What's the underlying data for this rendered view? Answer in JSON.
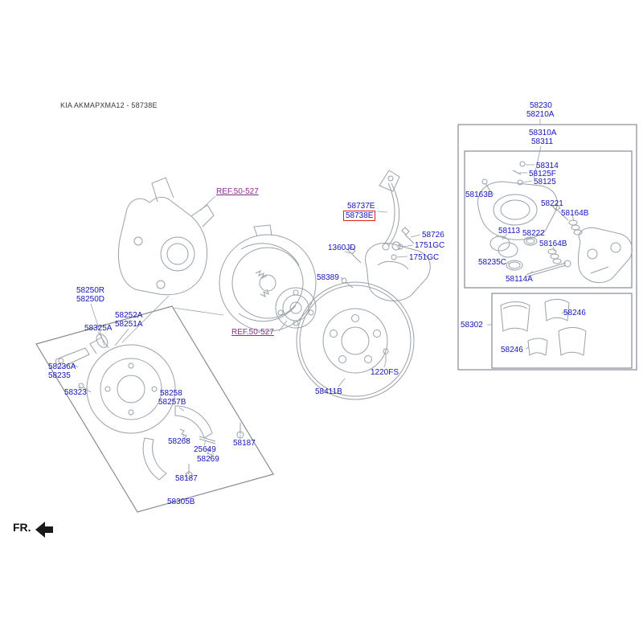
{
  "header": {
    "code": "KIA AKMAPXMA12 - 58738E"
  },
  "fr": {
    "label": "FR."
  },
  "colors": {
    "label": "#1515b8",
    "ref": "#8c2d8c",
    "highlight": "#dd2222",
    "line": "#99a1a9"
  },
  "labels": [
    {
      "text": "58230"
    },
    {
      "text": "58210A"
    },
    {
      "text": "58310A"
    },
    {
      "text": "58311"
    },
    {
      "text": "58314"
    },
    {
      "text": "58125F"
    },
    {
      "text": "58125"
    },
    {
      "text": "58163B"
    },
    {
      "text": "58221"
    },
    {
      "text": "58164B"
    },
    {
      "text": "58113"
    },
    {
      "text": "58222"
    },
    {
      "text": "58164B"
    },
    {
      "text": "58235C"
    },
    {
      "text": "58114A"
    },
    {
      "text": "58302"
    },
    {
      "text": "58246"
    },
    {
      "text": "58246"
    },
    {
      "text": "58737E"
    },
    {
      "text": "58738E"
    },
    {
      "text": "58726"
    },
    {
      "text": "1751GC"
    },
    {
      "text": "1751GC"
    },
    {
      "text": "1360JD"
    },
    {
      "text": "58389"
    },
    {
      "text": "REF.50-527"
    },
    {
      "text": "REF.50-527"
    },
    {
      "text": "58250R"
    },
    {
      "text": "58250D"
    },
    {
      "text": "58252A"
    },
    {
      "text": "58251A"
    },
    {
      "text": "58325A"
    },
    {
      "text": "58236A"
    },
    {
      "text": "58235"
    },
    {
      "text": "58323"
    },
    {
      "text": "58258"
    },
    {
      "text": "58257B"
    },
    {
      "text": "58268"
    },
    {
      "text": "25649"
    },
    {
      "text": "58269"
    },
    {
      "text": "58187"
    },
    {
      "text": "58187"
    },
    {
      "text": "58305B"
    },
    {
      "text": "1220FS"
    },
    {
      "text": "58411B"
    }
  ]
}
